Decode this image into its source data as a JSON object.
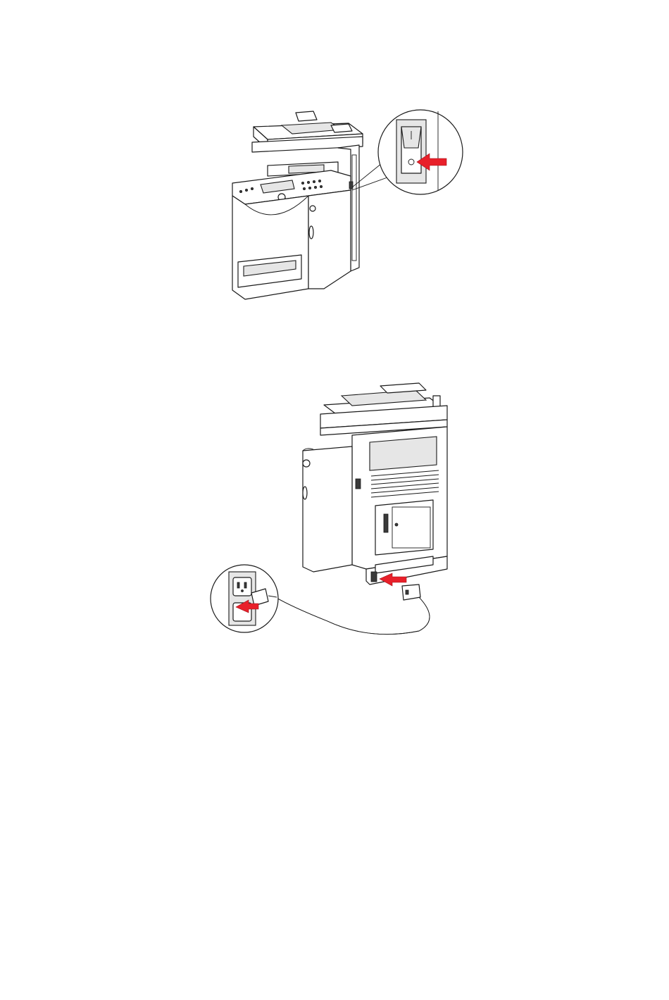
{
  "figures": [
    {
      "id": "fig-switch",
      "icon": "printer-power-switch-off-illustration",
      "colors": {
        "arrow": "#e8202a",
        "line": "#1a1a1a"
      }
    },
    {
      "id": "fig-unplug",
      "icon": "printer-unplug-power-cord-illustration",
      "colors": {
        "arrow": "#e8202a",
        "line": "#1a1a1a"
      }
    }
  ]
}
